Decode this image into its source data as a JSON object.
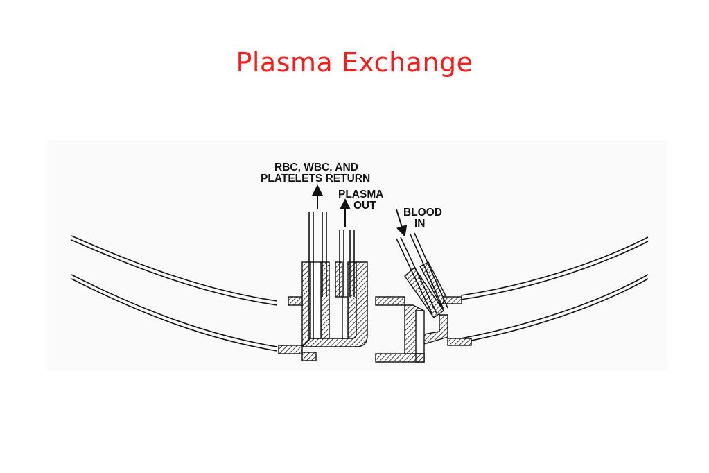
{
  "slide": {
    "title": "Plasma Exchange"
  },
  "diagram": {
    "labels": {
      "return_line1": "RBC, WBC, AND",
      "return_line2": "PLATELETS RETURN",
      "plasma_line1": "PLASMA",
      "plasma_line2": "OUT",
      "blood_line1": "BLOOD",
      "blood_line2": "IN"
    }
  },
  "colors": {
    "title": "#ff1a1a",
    "ink": "#111111",
    "panel": "#fafafa"
  }
}
